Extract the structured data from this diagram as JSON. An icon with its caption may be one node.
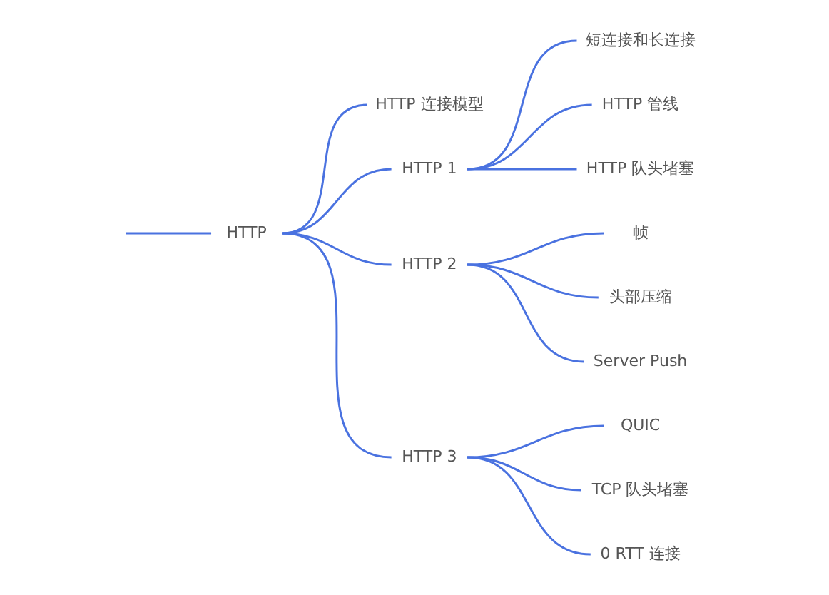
{
  "diagram": {
    "nodes": [
      {
        "text": [
          "HTTP"
        ]
      },
      {
        "text": [
          "HTTP 连接模型"
        ]
      },
      {
        "text": [
          "HTTP 1"
        ]
      },
      {
        "text": [
          "HTTP 2"
        ]
      },
      {
        "text": [
          "HTTP 3"
        ]
      },
      {
        "text": [
          "短连接和长连接"
        ]
      },
      {
        "text": [
          "HTTP 管线"
        ]
      },
      {
        "text": [
          "HTTP 队头堵塞"
        ]
      },
      {
        "text": [
          "帧"
        ]
      },
      {
        "text": [
          "头部压缩"
        ]
      },
      {
        "text": [
          "Server Push"
        ]
      },
      {
        "text": [
          "QUIC"
        ]
      },
      {
        "text": [
          "TCP 队头堵塞"
        ]
      },
      {
        "text": [
          "0 RTT 连接"
        ]
      }
    ],
    "edges": [
      {
        "from": null,
        "to": 0,
        "arrow": "none"
      },
      {
        "from": 0,
        "to": 1,
        "arrow": "none"
      },
      {
        "from": 0,
        "to": 2,
        "arrow": "none"
      },
      {
        "from": 0,
        "to": 3,
        "arrow": "none"
      },
      {
        "from": 0,
        "to": 4,
        "arrow": "none"
      },
      {
        "from": 2,
        "to": 5,
        "arrow": "none"
      },
      {
        "from": 2,
        "to": 6,
        "arrow": "none"
      },
      {
        "from": 2,
        "to": 7,
        "arrow": "none"
      },
      {
        "from": 3,
        "to": 8,
        "arrow": "none"
      },
      {
        "from": 3,
        "to": 9,
        "arrow": "none"
      },
      {
        "from": 3,
        "to": 10,
        "arrow": "none"
      },
      {
        "from": 4,
        "to": 11,
        "arrow": "none"
      },
      {
        "from": 4,
        "to": 12,
        "arrow": "none"
      },
      {
        "from": 4,
        "to": 13,
        "arrow": "none"
      }
    ]
  }
}
